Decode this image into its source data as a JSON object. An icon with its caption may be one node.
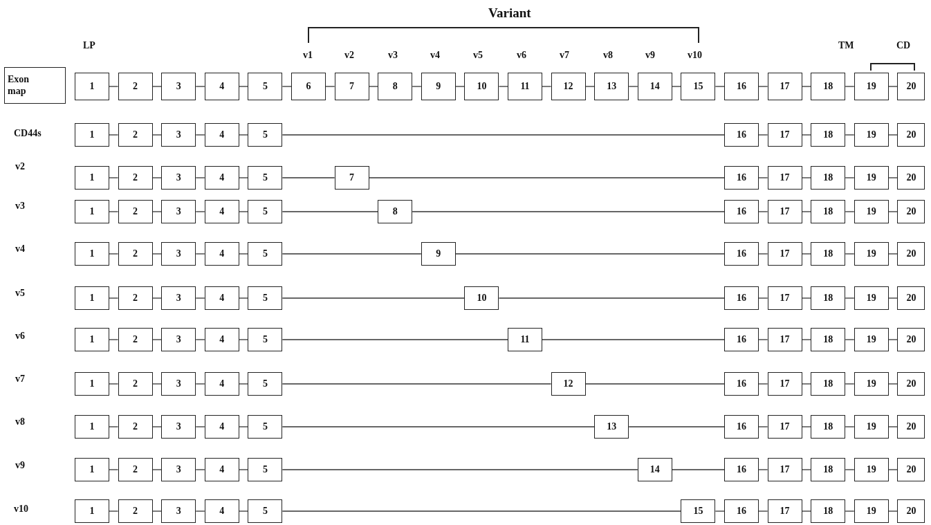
{
  "diagram": {
    "nodes": [
      {
        "text": [
          "Exon map"
        ]
      },
      {
        "text": [
          "1"
        ]
      },
      {
        "text": [
          "2"
        ]
      },
      {
        "text": [
          "3"
        ]
      },
      {
        "text": [
          "4"
        ]
      },
      {
        "text": [
          "5"
        ]
      },
      {
        "text": [
          "6"
        ]
      },
      {
        "text": [
          "7"
        ]
      },
      {
        "text": [
          "8"
        ]
      },
      {
        "text": [
          "9"
        ]
      },
      {
        "text": [
          "10"
        ]
      },
      {
        "text": [
          "11"
        ]
      },
      {
        "text": [
          "12"
        ]
      },
      {
        "text": [
          "13"
        ]
      },
      {
        "text": [
          "14"
        ]
      },
      {
        "text": [
          "15"
        ]
      },
      {
        "text": [
          "16"
        ]
      },
      {
        "text": [
          "17"
        ]
      },
      {
        "text": [
          "18"
        ]
      },
      {
        "text": [
          "19"
        ]
      },
      {
        "text": [
          "20"
        ]
      },
      {
        "text": [
          "1"
        ]
      },
      {
        "text": [
          "2"
        ]
      },
      {
        "text": [
          "3"
        ]
      },
      {
        "text": [
          "4"
        ]
      },
      {
        "text": [
          "5"
        ]
      },
      {
        "text": [
          "16"
        ]
      },
      {
        "text": [
          "17"
        ]
      },
      {
        "text": [
          "18"
        ]
      },
      {
        "text": [
          "19"
        ]
      },
      {
        "text": [
          "20"
        ]
      },
      {
        "text": [
          "1"
        ]
      },
      {
        "text": [
          "2"
        ]
      },
      {
        "text": [
          "3"
        ]
      },
      {
        "text": [
          "4"
        ]
      },
      {
        "text": [
          "5"
        ]
      },
      {
        "text": [
          "7"
        ]
      },
      {
        "text": [
          "16"
        ]
      },
      {
        "text": [
          "17"
        ]
      },
      {
        "text": [
          "18"
        ]
      },
      {
        "text": [
          "19"
        ]
      },
      {
        "text": [
          "20"
        ]
      },
      {
        "text": [
          "1"
        ]
      },
      {
        "text": [
          "2"
        ]
      },
      {
        "text": [
          "3"
        ]
      },
      {
        "text": [
          "4"
        ]
      },
      {
        "text": [
          "5"
        ]
      },
      {
        "text": [
          "8"
        ]
      },
      {
        "text": [
          "16"
        ]
      },
      {
        "text": [
          "17"
        ]
      },
      {
        "text": [
          "18"
        ]
      },
      {
        "text": [
          "19"
        ]
      },
      {
        "text": [
          "20"
        ]
      },
      {
        "text": [
          "1"
        ]
      },
      {
        "text": [
          "2"
        ]
      },
      {
        "text": [
          "3"
        ]
      },
      {
        "text": [
          "4"
        ]
      },
      {
        "text": [
          "5"
        ]
      },
      {
        "text": [
          "9"
        ]
      },
      {
        "text": [
          "16"
        ]
      },
      {
        "text": [
          "17"
        ]
      },
      {
        "text": [
          "18"
        ]
      },
      {
        "text": [
          "19"
        ]
      },
      {
        "text": [
          "20"
        ]
      },
      {
        "text": [
          "1"
        ]
      },
      {
        "text": [
          "2"
        ]
      },
      {
        "text": [
          "3"
        ]
      },
      {
        "text": [
          "4"
        ]
      },
      {
        "text": [
          "5"
        ]
      },
      {
        "text": [
          "10"
        ]
      },
      {
        "text": [
          "16"
        ]
      },
      {
        "text": [
          "17"
        ]
      },
      {
        "text": [
          "18"
        ]
      },
      {
        "text": [
          "19"
        ]
      },
      {
        "text": [
          "20"
        ]
      },
      {
        "text": [
          "1"
        ]
      },
      {
        "text": [
          "2"
        ]
      },
      {
        "text": [
          "3"
        ]
      },
      {
        "text": [
          "4"
        ]
      },
      {
        "text": [
          "5"
        ]
      },
      {
        "text": [
          "11"
        ]
      },
      {
        "text": [
          "16"
        ]
      },
      {
        "text": [
          "17"
        ]
      },
      {
        "text": [
          "18"
        ]
      },
      {
        "text": [
          "19"
        ]
      },
      {
        "text": [
          "20"
        ]
      },
      {
        "text": [
          "1"
        ]
      },
      {
        "text": [
          "2"
        ]
      },
      {
        "text": [
          "3"
        ]
      },
      {
        "text": [
          "4"
        ]
      },
      {
        "text": [
          "5"
        ]
      },
      {
        "text": [
          "12"
        ]
      },
      {
        "text": [
          "16"
        ]
      },
      {
        "text": [
          "17"
        ]
      },
      {
        "text": [
          "18"
        ]
      },
      {
        "text": [
          "19"
        ]
      },
      {
        "text": [
          "20"
        ]
      },
      {
        "text": [
          "1"
        ]
      },
      {
        "text": [
          "2"
        ]
      },
      {
        "text": [
          "3"
        ]
      },
      {
        "text": [
          "4"
        ]
      },
      {
        "text": [
          "5"
        ]
      },
      {
        "text": [
          "13"
        ]
      },
      {
        "text": [
          "16"
        ]
      },
      {
        "text": [
          "17"
        ]
      },
      {
        "text": [
          "18"
        ]
      },
      {
        "text": [
          "19"
        ]
      },
      {
        "text": [
          "20"
        ]
      },
      {
        "text": [
          "1"
        ]
      },
      {
        "text": [
          "2"
        ]
      },
      {
        "text": [
          "3"
        ]
      },
      {
        "text": [
          "4"
        ]
      },
      {
        "text": [
          "5"
        ]
      },
      {
        "text": [
          "14"
        ]
      },
      {
        "text": [
          "16"
        ]
      },
      {
        "text": [
          "17"
        ]
      },
      {
        "text": [
          "18"
        ]
      },
      {
        "text": [
          "19"
        ]
      },
      {
        "text": [
          "20"
        ]
      },
      {
        "text": [
          "1"
        ]
      },
      {
        "text": [
          "2"
        ]
      },
      {
        "text": [
          "3"
        ]
      },
      {
        "text": [
          "4"
        ]
      },
      {
        "text": [
          "5"
        ]
      },
      {
        "text": [
          "15"
        ]
      },
      {
        "text": [
          "16"
        ]
      },
      {
        "text": [
          "17"
        ]
      },
      {
        "text": [
          "18"
        ]
      },
      {
        "text": [
          "19"
        ]
      },
      {
        "text": [
          "20"
        ]
      }
    ],
    "edges": [
      {
        "from": 1,
        "to": 2,
        "arrow": "none"
      },
      {
        "from": 2,
        "to": 3,
        "arrow": "none"
      },
      {
        "from": 3,
        "to": 4,
        "arrow": "none"
      },
      {
        "from": 4,
        "to": 5,
        "arrow": "none"
      },
      {
        "from": 5,
        "to": 6,
        "arrow": "none"
      },
      {
        "from": 6,
        "to": 7,
        "arrow": "none"
      },
      {
        "from": 7,
        "to": 8,
        "arrow": "none"
      },
      {
        "from": 8,
        "to": 9,
        "arrow": "none"
      },
      {
        "from": 9,
        "to": 10,
        "arrow": "none"
      },
      {
        "from": 10,
        "to": 11,
        "arrow": "none"
      },
      {
        "from": 11,
        "to": 12,
        "arrow": "none"
      },
      {
        "from": 12,
        "to": 13,
        "arrow": "none"
      },
      {
        "from": 13,
        "to": 14,
        "arrow": "none"
      },
      {
        "from": 14,
        "to": 15,
        "arrow": "none"
      },
      {
        "from": 15,
        "to": 16,
        "arrow": "none"
      },
      {
        "from": 16,
        "to": 17,
        "arrow": "none"
      },
      {
        "from": 17,
        "to": 18,
        "arrow": "none"
      },
      {
        "from": 18,
        "to": 19,
        "arrow": "none"
      },
      {
        "from": 19,
        "to": 20,
        "arrow": "none"
      },
      {
        "from": 21,
        "to": 22,
        "arrow": "none"
      },
      {
        "from": 22,
        "to": 23,
        "arrow": "none"
      },
      {
        "from": 23,
        "to": 24,
        "arrow": "none"
      },
      {
        "from": 24,
        "to": 25,
        "arrow": "none"
      },
      {
        "from": 25,
        "to": 26,
        "arrow": "none"
      },
      {
        "from": 26,
        "to": 27,
        "arrow": "none"
      },
      {
        "from": 27,
        "to": 28,
        "arrow": "none"
      },
      {
        "from": 28,
        "to": 29,
        "arrow": "none"
      },
      {
        "from": 29,
        "to": 30,
        "arrow": "none"
      },
      {
        "from": 31,
        "to": 32,
        "arrow": "none"
      },
      {
        "from": 32,
        "to": 33,
        "arrow": "none"
      },
      {
        "from": 33,
        "to": 34,
        "arrow": "none"
      },
      {
        "from": 34,
        "to": 35,
        "arrow": "none"
      },
      {
        "from": 35,
        "to": 36,
        "arrow": "none"
      },
      {
        "from": 36,
        "to": 37,
        "arrow": "none"
      },
      {
        "from": 37,
        "to": 38,
        "arrow": "none"
      },
      {
        "from": 38,
        "to": 39,
        "arrow": "none"
      },
      {
        "from": 39,
        "to": 40,
        "arrow": "none"
      },
      {
        "from": 40,
        "to": 41,
        "arrow": "none"
      },
      {
        "from": 42,
        "to": 43,
        "arrow": "none"
      },
      {
        "from": 43,
        "to": 44,
        "arrow": "none"
      },
      {
        "from": 44,
        "to": 45,
        "arrow": "none"
      },
      {
        "from": 45,
        "to": 46,
        "arrow": "none"
      },
      {
        "from": 46,
        "to": 47,
        "arrow": "none"
      },
      {
        "from": 47,
        "to": 48,
        "arrow": "none"
      },
      {
        "from": 48,
        "to": 49,
        "arrow": "none"
      },
      {
        "from": 49,
        "to": 50,
        "arrow": "none"
      },
      {
        "from": 50,
        "to": 51,
        "arrow": "none"
      },
      {
        "from": 51,
        "to": 52,
        "arrow": "none"
      },
      {
        "from": 53,
        "to": 54,
        "arrow": "none"
      },
      {
        "from": 54,
        "to": 55,
        "arrow": "none"
      },
      {
        "from": 55,
        "to": 56,
        "arrow": "none"
      },
      {
        "from": 56,
        "to": 57,
        "arrow": "none"
      },
      {
        "from": 57,
        "to": 58,
        "arrow": "none"
      },
      {
        "from": 58,
        "to": 59,
        "arrow": "none"
      },
      {
        "from": 59,
        "to": 60,
        "arrow": "none"
      },
      {
        "from": 60,
        "to": 61,
        "arrow": "none"
      },
      {
        "from": 61,
        "to": 62,
        "arrow": "none"
      },
      {
        "from": 62,
        "to": 63,
        "arrow": "none"
      },
      {
        "from": 64,
        "to": 65,
        "arrow": "none"
      },
      {
        "from": 65,
        "to": 66,
        "arrow": "none"
      },
      {
        "from": 66,
        "to": 67,
        "arrow": "none"
      },
      {
        "from": 67,
        "to": 68,
        "arrow": "none"
      },
      {
        "from": 68,
        "to": 69,
        "arrow": "none"
      },
      {
        "from": 69,
        "to": 70,
        "arrow": "none"
      },
      {
        "from": 70,
        "to": 71,
        "arrow": "none"
      },
      {
        "from": 71,
        "to": 72,
        "arrow": "none"
      },
      {
        "from": 72,
        "to": 73,
        "arrow": "none"
      },
      {
        "from": 73,
        "to": 74,
        "arrow": "none"
      },
      {
        "from": 75,
        "to": 76,
        "arrow": "none"
      },
      {
        "from": 76,
        "to": 77,
        "arrow": "none"
      },
      {
        "from": 77,
        "to": 78,
        "arrow": "none"
      },
      {
        "from": 78,
        "to": 79,
        "arrow": "none"
      },
      {
        "from": 79,
        "to": 80,
        "arrow": "none"
      },
      {
        "from": 80,
        "to": 81,
        "arrow": "none"
      },
      {
        "from": 81,
        "to": 82,
        "arrow": "none"
      },
      {
        "from": 82,
        "to": 83,
        "arrow": "none"
      },
      {
        "from": 83,
        "to": 84,
        "arrow": "none"
      },
      {
        "from": 84,
        "to": 85,
        "arrow": "none"
      },
      {
        "from": 86,
        "to": 87,
        "arrow": "none"
      },
      {
        "from": 87,
        "to": 88,
        "arrow": "none"
      },
      {
        "from": 88,
        "to": 89,
        "arrow": "none"
      },
      {
        "from": 89,
        "to": 90,
        "arrow": "none"
      },
      {
        "from": 90,
        "to": 91,
        "arrow": "none"
      },
      {
        "from": 91,
        "to": 92,
        "arrow": "none"
      },
      {
        "from": 92,
        "to": 93,
        "arrow": "none"
      },
      {
        "from": 93,
        "to": 94,
        "arrow": "none"
      },
      {
        "from": 94,
        "to": 95,
        "arrow": "none"
      },
      {
        "from": 95,
        "to": 96,
        "arrow": "none"
      },
      {
        "from": 97,
        "to": 98,
        "arrow": "none"
      },
      {
        "from": 98,
        "to": 99,
        "arrow": "none"
      },
      {
        "from": 99,
        "to": 100,
        "arrow": "none"
      },
      {
        "from": 100,
        "to": 101,
        "arrow": "none"
      },
      {
        "from": 101,
        "to": 102,
        "arrow": "none"
      },
      {
        "from": 102,
        "to": 103,
        "arrow": "none"
      },
      {
        "from": 103,
        "to": 104,
        "arrow": "none"
      },
      {
        "from": 104,
        "to": 105,
        "arrow": "none"
      },
      {
        "from": 105,
        "to": 106,
        "arrow": "none"
      },
      {
        "from": 106,
        "to": 107,
        "arrow": "none"
      },
      {
        "from": 108,
        "to": 109,
        "arrow": "none"
      },
      {
        "from": 109,
        "to": 110,
        "arrow": "none"
      },
      {
        "from": 110,
        "to": 111,
        "arrow": "none"
      },
      {
        "from": 111,
        "to": 112,
        "arrow": "none"
      },
      {
        "from": 112,
        "to": 113,
        "arrow": "none"
      },
      {
        "from": 113,
        "to": 114,
        "arrow": "none"
      },
      {
        "from": 114,
        "to": 115,
        "arrow": "none"
      },
      {
        "from": 115,
        "to": 116,
        "arrow": "none"
      },
      {
        "from": 116,
        "to": 117,
        "arrow": "none"
      },
      {
        "from": 117,
        "to": 118,
        "arrow": "none"
      },
      {
        "from": 119,
        "to": 120,
        "arrow": "none"
      },
      {
        "from": 120,
        "to": 121,
        "arrow": "none"
      },
      {
        "from": 121,
        "to": 122,
        "arrow": "none"
      },
      {
        "from": 122,
        "to": 123,
        "arrow": "none"
      },
      {
        "from": 123,
        "to": 124,
        "arrow": "none"
      },
      {
        "from": 124,
        "to": 125,
        "arrow": "none"
      },
      {
        "from": 125,
        "to": 126,
        "arrow": "none"
      },
      {
        "from": 126,
        "to": 127,
        "arrow": "none"
      },
      {
        "from": 127,
        "to": 128,
        "arrow": "none"
      },
      {
        "from": 128,
        "to": 129,
        "arrow": "none"
      }
    ],
    "labels": [
      "Variant",
      "LP",
      "v1",
      "v2",
      "v3",
      "v4",
      "v5",
      "v6",
      "v7",
      "v8",
      "v9",
      "v10",
      "TM",
      "CD",
      "CD44s",
      "v2",
      "v3",
      "v4",
      "v5",
      "v6",
      "v7",
      "v8",
      "v9",
      "v10"
    ]
  }
}
